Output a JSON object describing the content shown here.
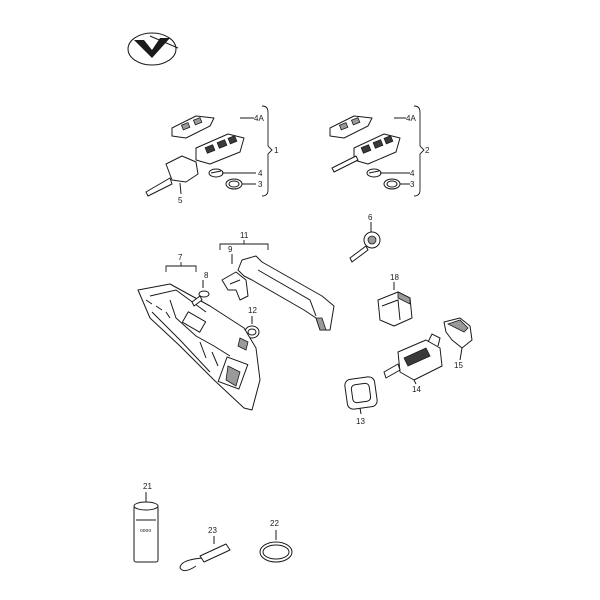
{
  "diagram": {
    "labels": {
      "l1": "1",
      "l2": "2",
      "l3a": "3",
      "l3b": "3",
      "l4a": "4",
      "l4b": "4",
      "l4Aa": "4A",
      "l4Ab": "4A",
      "l5": "5",
      "l6": "6",
      "l7": "7",
      "l8": "8",
      "l9": "9",
      "l11": "11",
      "l12": "12",
      "l13": "13",
      "l14": "14",
      "l15": "15",
      "l18": "18",
      "l21": "21",
      "l22": "22",
      "l23": "23"
    }
  }
}
